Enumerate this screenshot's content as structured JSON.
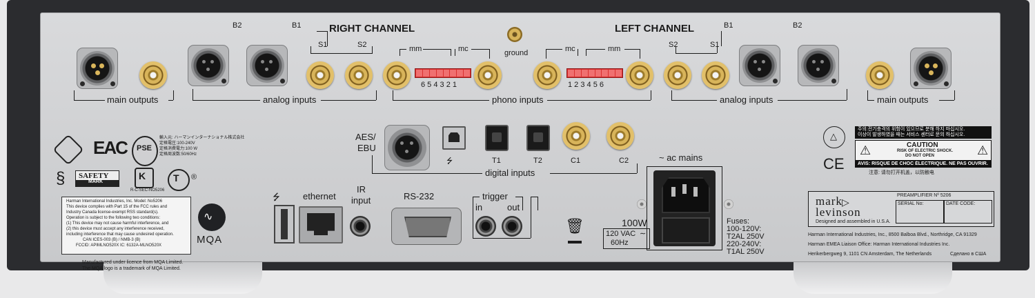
{
  "right": {
    "title": "RIGHT CHANNEL",
    "main_outputs": "main outputs",
    "analog_inputs": "analog inputs",
    "b2": "B2",
    "b1": "B1",
    "s1": "S1",
    "s2": "S2",
    "mm": "mm",
    "mc": "mc",
    "dip_numbers": "6 5  4 3 2 1"
  },
  "ground": "ground",
  "phono_inputs": "phono inputs",
  "left": {
    "title": "LEFT CHANNEL",
    "main_outputs": "main outputs",
    "analog_inputs": "analog inputs",
    "b1": "B1",
    "b2": "B2",
    "s2": "S2",
    "s1": "S1",
    "mc": "mc",
    "mm": "mm",
    "dip_numbers": "1 2 3 4  5 6"
  },
  "digital": {
    "aes": "AES/",
    "ebu": "EBU",
    "t1": "T1",
    "t2": "T2",
    "c1": "C1",
    "c2": "C2",
    "label": "digital inputs"
  },
  "io": {
    "ethernet": "ethernet",
    "ir1": "IR",
    "ir2": "input",
    "rs232": "RS-232",
    "trigger": "trigger",
    "in": "in",
    "out": "out"
  },
  "power": {
    "ac_mains": "~ ac mains",
    "watts": "100W",
    "vac": "120 VAC",
    "hz": "60Hz",
    "fuses": "Fuses:",
    "f1": "100-120V:",
    "f2": "T2AL 250V",
    "f3": "220-240V:",
    "f4": "T1AL 250V"
  },
  "certs": {
    "eac": "EAC",
    "pse": "PSE",
    "safety1": "SAFETY",
    "safety2": "MARK",
    "kc_code": "R-C-SEC-NO5206",
    "japan": [
      "輸入元: ハーマンインターナショナル株式会社",
      "定格電圧:100-240V",
      "定格消費電力:100 W",
      "定格周波数:50/60Hz"
    ],
    "r": "®",
    "ce": "CE"
  },
  "fcc": [
    "Harman International Industries, Inc. Model: No5206",
    "This device complies with Part 15 of the FCC rules and",
    "Industry Canada license-exempt RSS standard(s).",
    "Operation is subject to the following two conditions:",
    "(1) This device may not cause harmful interference, and",
    "(2) this device must accept any interference received,",
    "including interference that may cause undesired operation.",
    "CAN ICES-003 (B) / NMB-3 (B)",
    "FCCID: APIMLNO520X   IC: 6132A-MLNO520X"
  ],
  "mqa": {
    "logo": "MQA",
    "line1": "Manufactured under licence from MQA Limited.",
    "line2": "The MQA logo is a trademark of MQA Limited."
  },
  "warning": {
    "korean1": "주의:전기충격의 위험이 있으므로 분해 하지 마십시오.",
    "korean2": "이상이 발생하였을 때는 서비스 센터로 문의 하십시오.",
    "caution": "CAUTION",
    "risk1": "RISK OF ELECTRIC SHOCK.",
    "risk2": "DO NOT OPEN",
    "avis": "AVIS: RISQUE DE CHOC ÉLECTRIQUE. NE PAS OUVRIR.",
    "chinese": "注意: 请勿打开机盖，以防触电"
  },
  "brand": {
    "mark": "mark",
    "levinson": "levinson",
    "tagline": "Designed and assembled in U.S.A.",
    "model": "PREAMPLIFIER Nº 5206",
    "serial": "SERIAL No:",
    "date": "DATE CODE:"
  },
  "address": {
    "l1": "Harman International Industries, Inc., 8500 Balboa Blvd., Northridge, CA 91329",
    "l2": "Harman EMEA Liaison Office: Harman International Industries Inc.",
    "l3": "Herikerbergweg 9,  1101 CN Amsterdam, The Netherlands",
    "l3b": "Сделано в США"
  },
  "colors": {
    "panel": "#d2d3d5",
    "chassis": "#2b2c2f",
    "rca_gold": "#d8b45a",
    "dip_red": "#d93030"
  }
}
